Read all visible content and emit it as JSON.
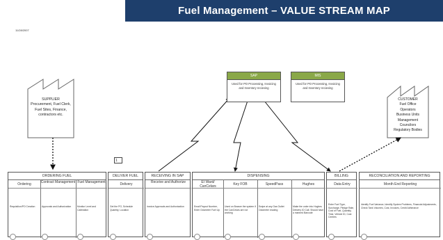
{
  "title": "Fuel Management – VALUE STREAM MAP",
  "date": "11/28/2007",
  "supplier": {
    "heading": "SUPPLIER",
    "lines": [
      "Procurement, Fuel Clerk,",
      "Fuel Sites, Finance,",
      "contractors etc."
    ]
  },
  "customer": {
    "heading": "CUSTOMER",
    "lines": [
      "Fuel Office",
      "Operators",
      "Business Units",
      "Management",
      "Councilors",
      "Regulatory Bodies"
    ]
  },
  "systems": [
    {
      "name": "SAP",
      "desc": "Used for PO Processing, Invoicing and Inventory recieving"
    },
    {
      "name": "MIS",
      "desc": "Used for PO Processing, Invoicing and Inventory recieving"
    }
  ],
  "timeline_marker": "1",
  "processes": [
    {
      "header": "ORDERING FUEL",
      "subs": [
        {
          "title": "Ordering",
          "desc": "Requisition/PO Creation"
        },
        {
          "title": "Contract Management",
          "desc": "Approvals and Authorization"
        },
        {
          "title": "Fuel Management",
          "desc": "Monitor Level and Calibration"
        }
      ]
    },
    {
      "header": "DELIVER FUEL",
      "subs": [
        {
          "title": "Delivery",
          "desc": "Get the PO, Schedule Quantity, Location"
        }
      ]
    },
    {
      "header": "RECEIVING IN SAP",
      "subs": [
        {
          "title": "Receive and Authorize",
          "desc": "Invoice Approvals and Authorization"
        }
      ]
    },
    {
      "header": "DISPENSING",
      "subs": [
        {
          "title": "EI Ward/ CanCelars",
          "desc": "Email Payout Number, Enter Odometer Fuel Up"
        },
        {
          "title": "Key FOB",
          "desc": "Used on Bowser the system if the CanCelars are not working"
        },
        {
          "title": "SpeedPass",
          "desc": "Swipe at any Gas Outlet Odometer reading"
        },
        {
          "title": "Hughes",
          "desc": "Make the order into Hughes Delivery ID Call. Should have a manned Barcode"
        }
      ]
    },
    {
      "header": "BILLING",
      "subs": [
        {
          "title": "Data Entry",
          "desc": "Enter Fuel Type, Surcharge, Pledge Rate, Cost of Fuel, Quantity, Time, Vehicle ID, Cost Centres"
        }
      ]
    },
    {
      "header": "RECONCILIATION AND REPORTING",
      "subs": [
        {
          "title": "Month End Reporting",
          "desc": "Identify Fuel Variance, Identify System Problems, Financial Adjustments, Check Tank Volumes, Cost, Invoices, Credit Adherance"
        }
      ]
    }
  ],
  "colors": {
    "title_band": "#1e3f6c",
    "system_header": "#8aa848",
    "arrow": "#111111"
  }
}
